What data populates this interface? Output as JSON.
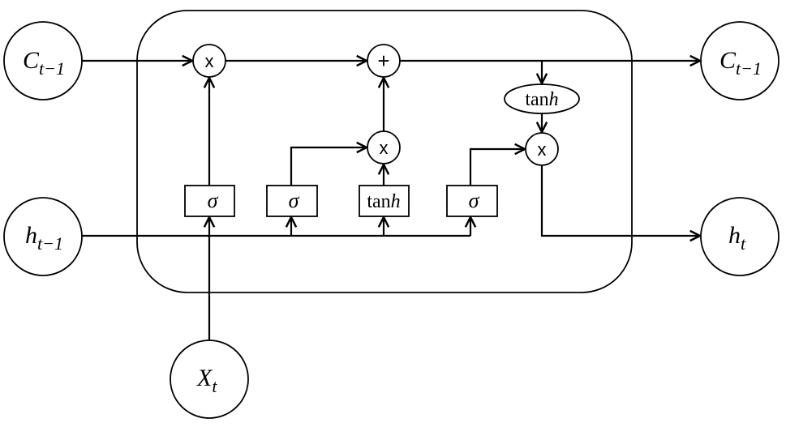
{
  "diagram": {
    "inputs": {
      "cell_prev": {
        "base": "C",
        "sub": "t−1"
      },
      "hidden_prev": {
        "base": "h",
        "sub": "t−1"
      },
      "input": {
        "base": "X",
        "sub": "t"
      }
    },
    "outputs": {
      "cell_out": {
        "base": "C",
        "sub": "t−1"
      },
      "hidden_out": {
        "base": "h",
        "sub": "t"
      }
    },
    "operators": {
      "forget_multiply": "x",
      "cell_add": "+",
      "input_multiply": "x",
      "output_multiply": "x"
    },
    "gates": {
      "forget_gate": "σ",
      "input_gate": "σ",
      "candidate_tanh": {
        "base": "tan",
        "italic": "h"
      },
      "output_gate": "σ"
    },
    "cell_tanh": {
      "base": "tan",
      "italic": "h"
    },
    "colors": {
      "stroke": "#000000",
      "background": "#ffffff"
    }
  }
}
